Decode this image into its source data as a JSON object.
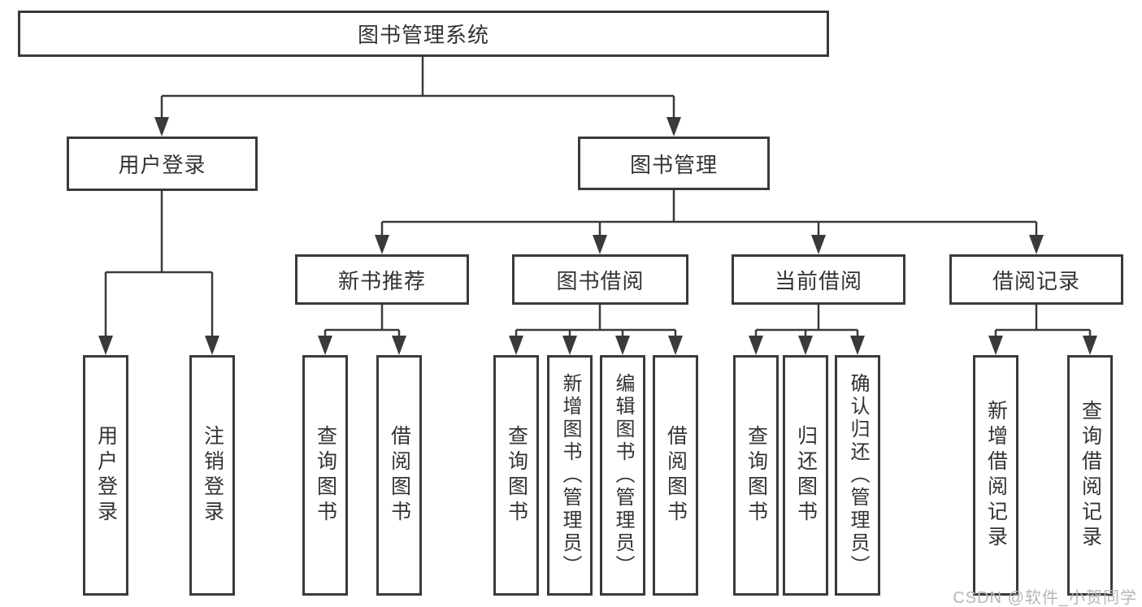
{
  "diagram": {
    "root": {
      "label": "图书管理系统"
    },
    "branches": [
      {
        "label": "用户登录",
        "children": [
          {
            "label": "用户登录"
          },
          {
            "label": "注销登录"
          }
        ]
      },
      {
        "label": "图书管理",
        "children": [
          {
            "label": "新书推荐",
            "children": [
              {
                "label": "查询图书"
              },
              {
                "label": "借阅图书"
              }
            ]
          },
          {
            "label": "图书借阅",
            "children": [
              {
                "label": "查询图书"
              },
              {
                "label": "新增图书（管理员）"
              },
              {
                "label": "编辑图书（管理员）"
              },
              {
                "label": "借阅图书"
              }
            ]
          },
          {
            "label": "当前借阅",
            "children": [
              {
                "label": "查询图书"
              },
              {
                "label": "归还图书"
              },
              {
                "label": "确认归还（管理员）"
              }
            ]
          },
          {
            "label": "借阅记录",
            "children": [
              {
                "label": "新增借阅记录"
              },
              {
                "label": "查询借阅记录"
              }
            ]
          }
        ]
      }
    ]
  },
  "watermark": {
    "text": "CSDN @软件_小贺同学"
  },
  "colors": {
    "line": "#3a3a3a",
    "box_border": "#3a3a3a",
    "box_background": "#ffffff",
    "text": "#333333",
    "watermark": "#b6b6b6",
    "page_background": "#ffffff"
  }
}
